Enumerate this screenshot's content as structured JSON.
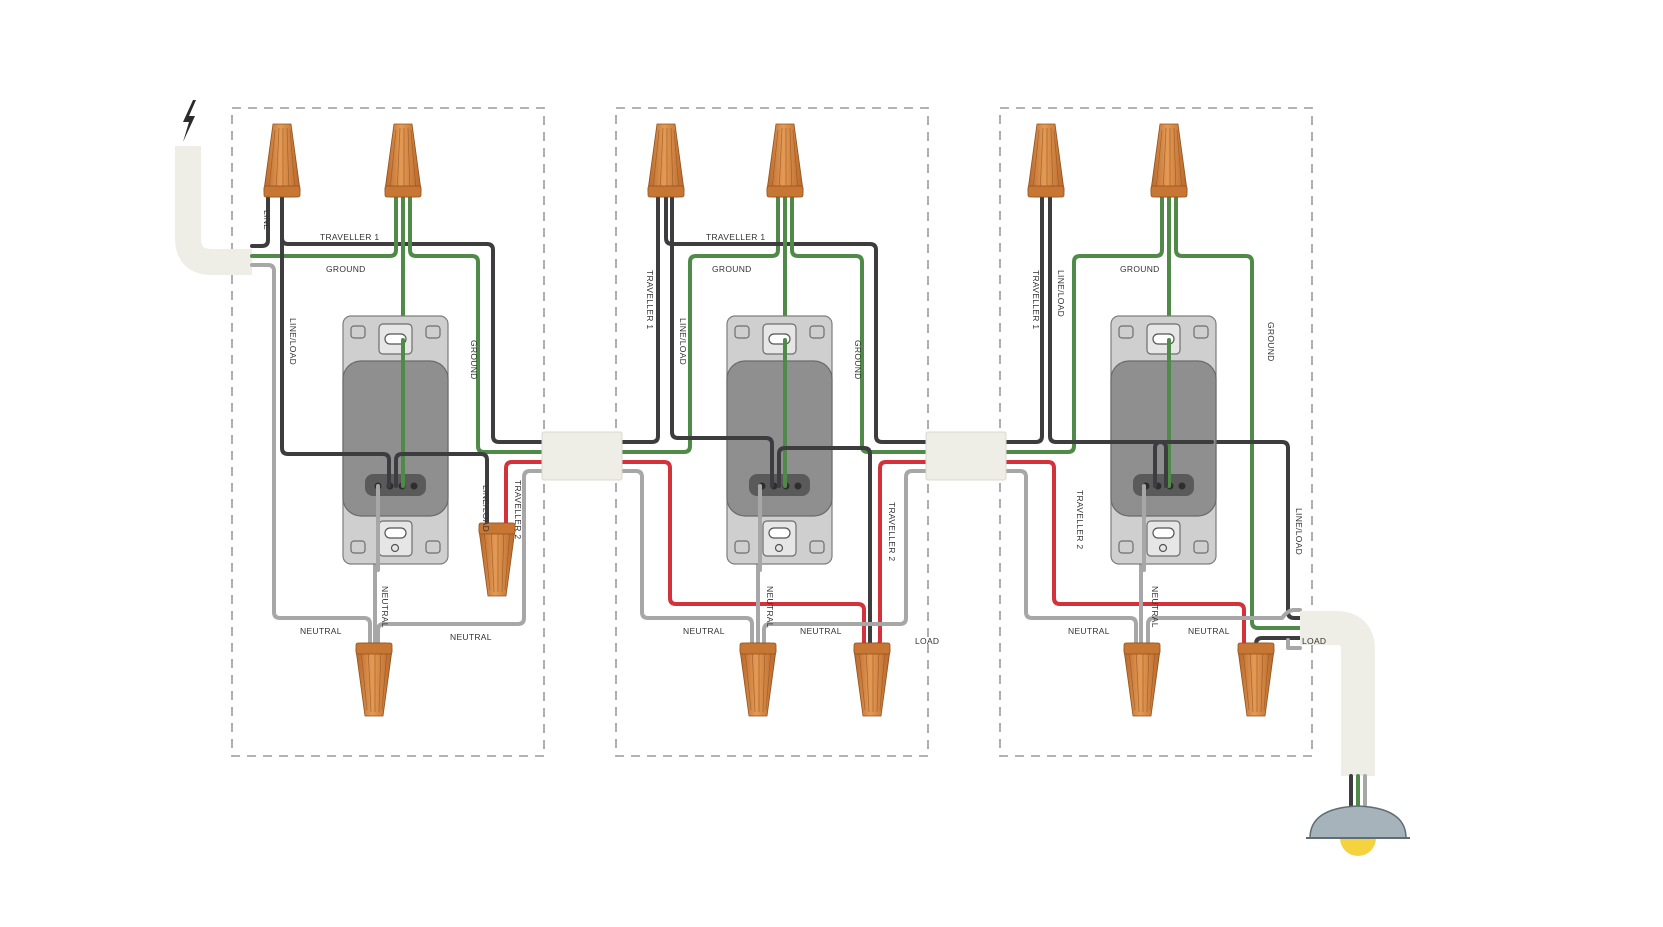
{
  "colors": {
    "black": "#3d3d3f",
    "green": "#4f8a49",
    "white_wire": "#a7a7a7",
    "red": "#d3323a",
    "nut": "#d9853f",
    "nut_dark": "#a45f27",
    "conduit": "#eeede6",
    "switch_plate": "#cfcfcf",
    "switch_body": "#8f8f8f",
    "lamp_shade": "#a6b3ba",
    "bulb": "#f5d33f"
  },
  "icons": {
    "power_source": "lightning-bolt-icon",
    "fixture": "ceiling-lamp-icon"
  },
  "labels": {
    "box1": {
      "line": "LINE",
      "traveller1": "TRAVELLER 1",
      "ground_h": "GROUND",
      "line_load": "LINE/LOAD",
      "ground_v": "GROUND",
      "line_load_2": "LINE/LOAD",
      "traveller2": "TRAVELLER 2",
      "neutral_v": "NEUTRAL",
      "neutral_left": "NEUTRAL",
      "neutral_right": "NEUTRAL"
    },
    "box2": {
      "traveller1_h": "TRAVELLER 1",
      "ground_h": "GROUND",
      "traveller1_v": "TRAVELLER 1",
      "line_load": "LINE/LOAD",
      "ground_v": "GROUND",
      "traveller2": "TRAVELLER 2",
      "neutral_v": "NEUTRAL",
      "neutral_left": "NEUTRAL",
      "neutral_right": "NEUTRAL",
      "load": "LOAD"
    },
    "box3": {
      "traveller1_v": "TRAVELLER 1",
      "line_load": "LINE/LOAD",
      "ground_h": "GROUND",
      "ground_v": "GROUND",
      "traveller2": "TRAVELLER 2",
      "line_load_2": "LINE/LOAD",
      "neutral_v": "NEUTRAL",
      "neutral_left": "NEUTRAL",
      "neutral_right": "NEUTRAL",
      "load": "LOAD"
    }
  }
}
